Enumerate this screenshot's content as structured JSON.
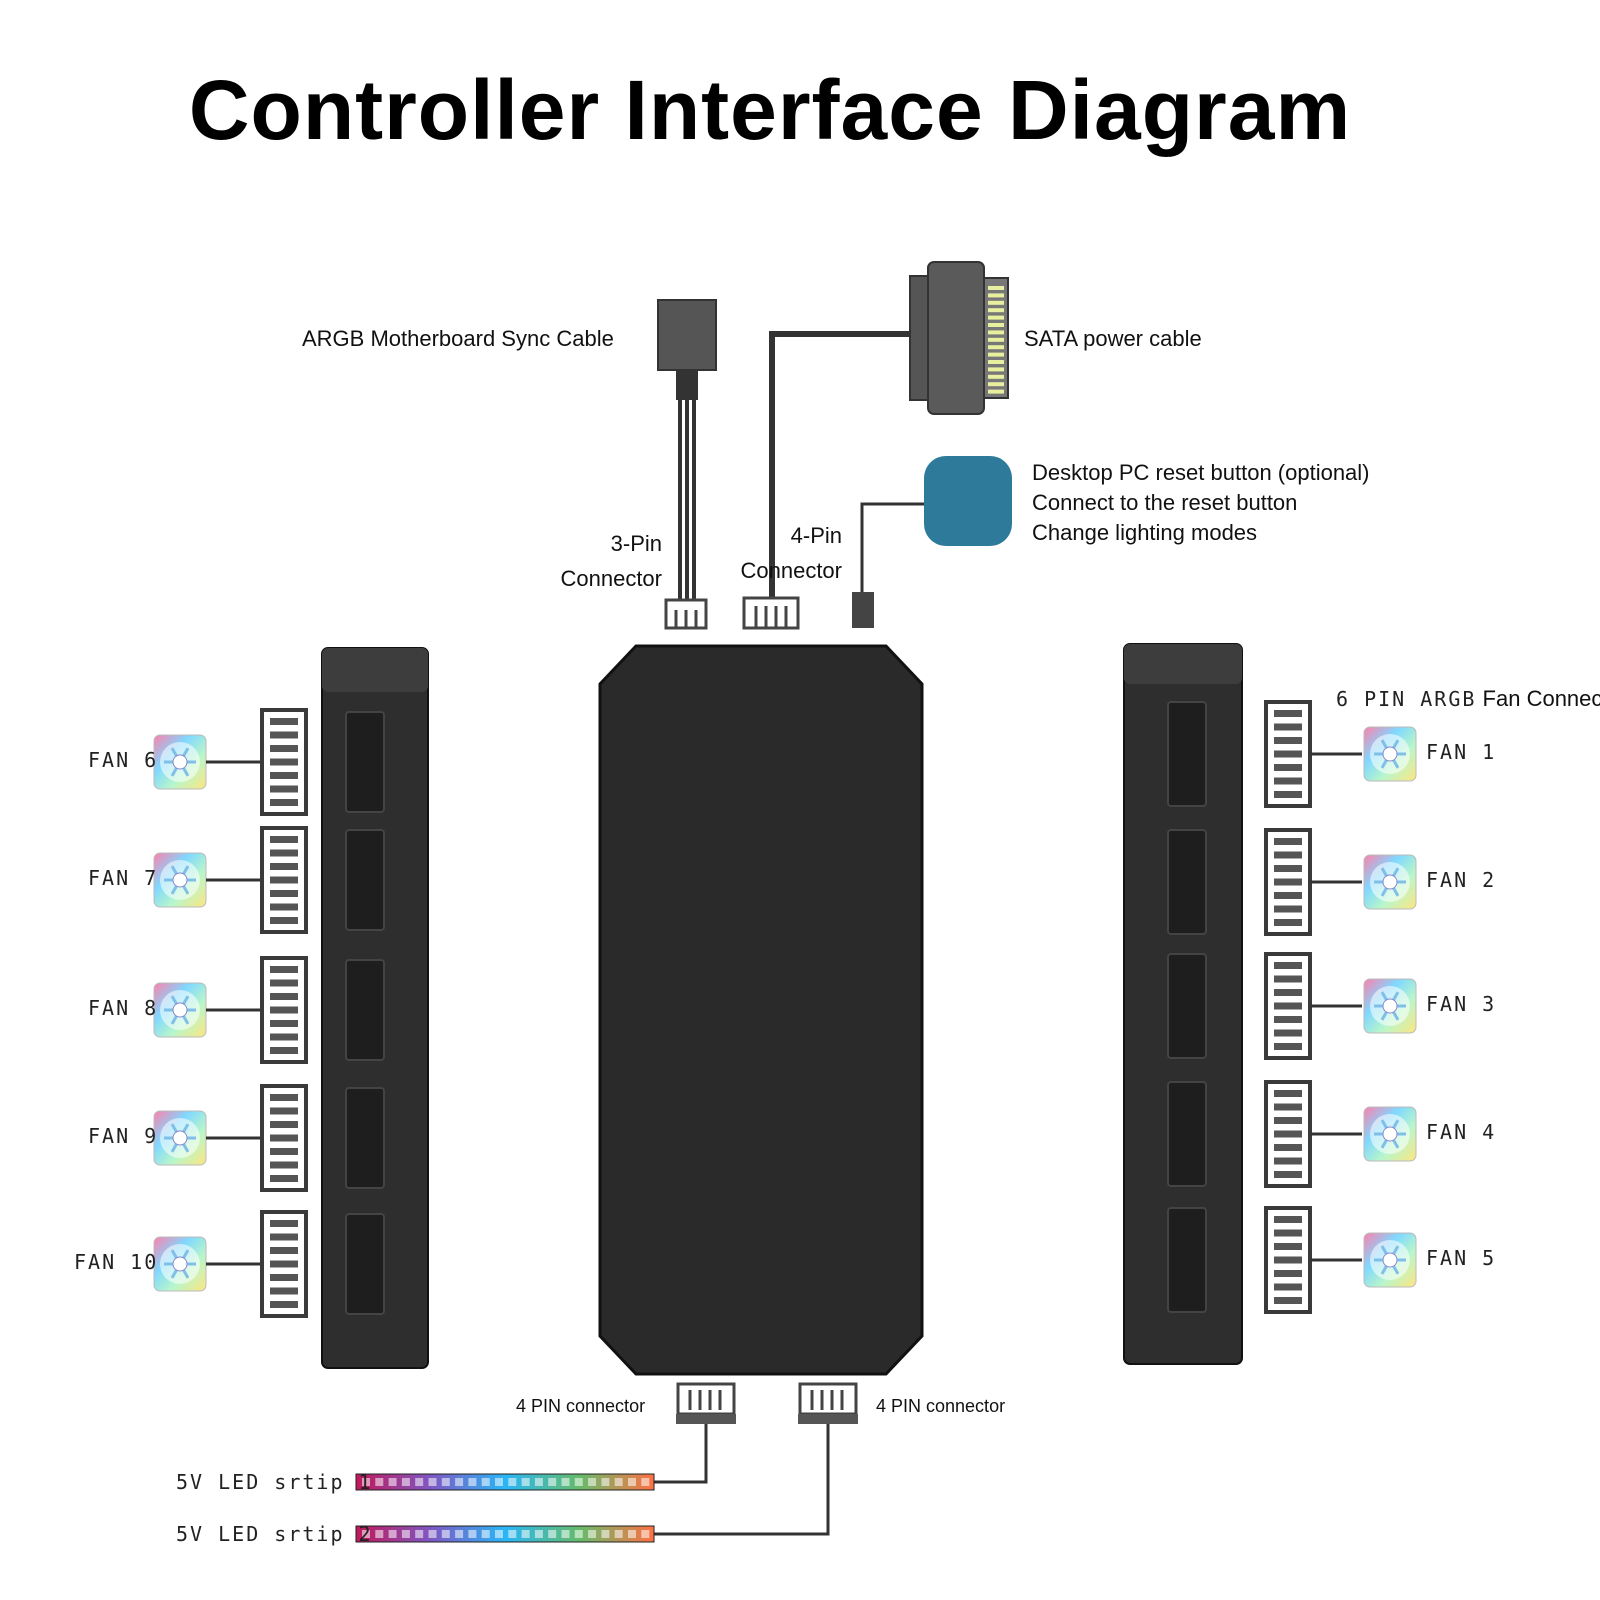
{
  "title": "Controller Interface Diagram",
  "labels": {
    "argb_sync_cable": "ARGB Motherboard Sync Cable",
    "sata_power_cable": "SATA power cable",
    "reset_lines": [
      "Desktop PC reset button (optional)",
      "Connect to the reset button",
      "Change lighting modes"
    ],
    "three_pin": [
      "3-Pin",
      "Connector"
    ],
    "four_pin_top": [
      "4-Pin",
      "Connector"
    ],
    "six_pin_argb_prefix": "6 PIN ARGB",
    "six_pin_argb_suffix": "Fan Connector",
    "four_pin_bottom_left": "4 PIN connector",
    "four_pin_bottom_right": "4 PIN connector",
    "led_strip_1": "5V LED srtip 1",
    "led_strip_2": "5V LED srtip 2"
  },
  "fans_left": [
    "FAN 6",
    "FAN 7",
    "FAN 8",
    "FAN 9",
    "FAN 10"
  ],
  "fans_right": [
    "FAN 1",
    "FAN 2",
    "FAN 3",
    "FAN 4",
    "FAN 5"
  ],
  "colors": {
    "hub": "#2b2b2b",
    "hub_edge": "#1a1a1a",
    "connector": "#555555",
    "reset_button": "#2e7a9a",
    "cable": "#333333"
  }
}
